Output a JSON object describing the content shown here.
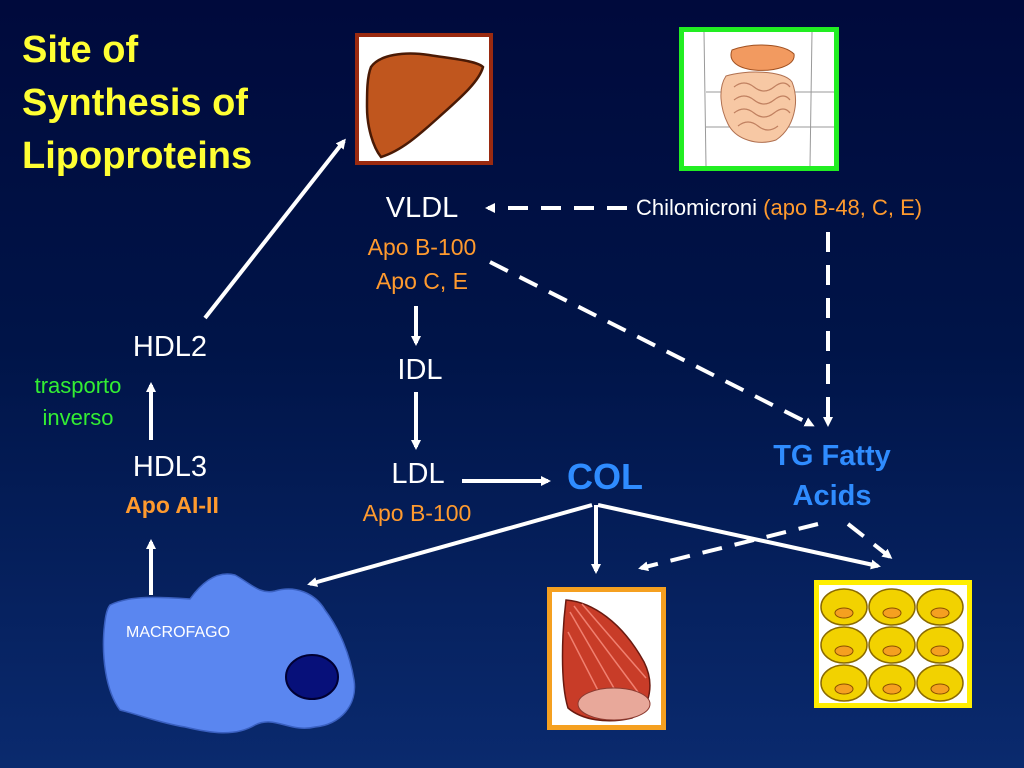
{
  "title": "Site of Synthesis of Lipoproteins",
  "vldl": {
    "name": "VLDL",
    "apo1": "Apo B-100",
    "apo2": "Apo C, E"
  },
  "chylo": {
    "name": "Chilomicroni",
    "apo": "(apo B-48, C, E)"
  },
  "idl": "IDL",
  "ldl": {
    "name": "LDL",
    "apo": "Apo B-100"
  },
  "col": "COL",
  "tg": {
    "line1": "TG Fatty",
    "line2": "Acids"
  },
  "hdl2": "HDL2",
  "hdl3": {
    "name": "HDL3",
    "apo": "Apo AI-II"
  },
  "reverse": {
    "line1": "trasporto",
    "line2": "inverso"
  },
  "macrophage": "MACROFAGO",
  "colors": {
    "title": "#ffff33",
    "apo_text": "#ff9a2e",
    "col": "#2f8cff",
    "tg": "#2f8cff",
    "reverse": "#33ee33",
    "macrophage": "#5a86f0",
    "intestine_frame": "#22ee22",
    "liver_frame": "#9a2a10",
    "muscle_frame": "#f5a020",
    "adipose_frame": "#ffee00"
  },
  "icons": [
    "liver-icon",
    "intestine-icon",
    "muscle-icon",
    "adipose-icon",
    "macrophage-icon"
  ]
}
